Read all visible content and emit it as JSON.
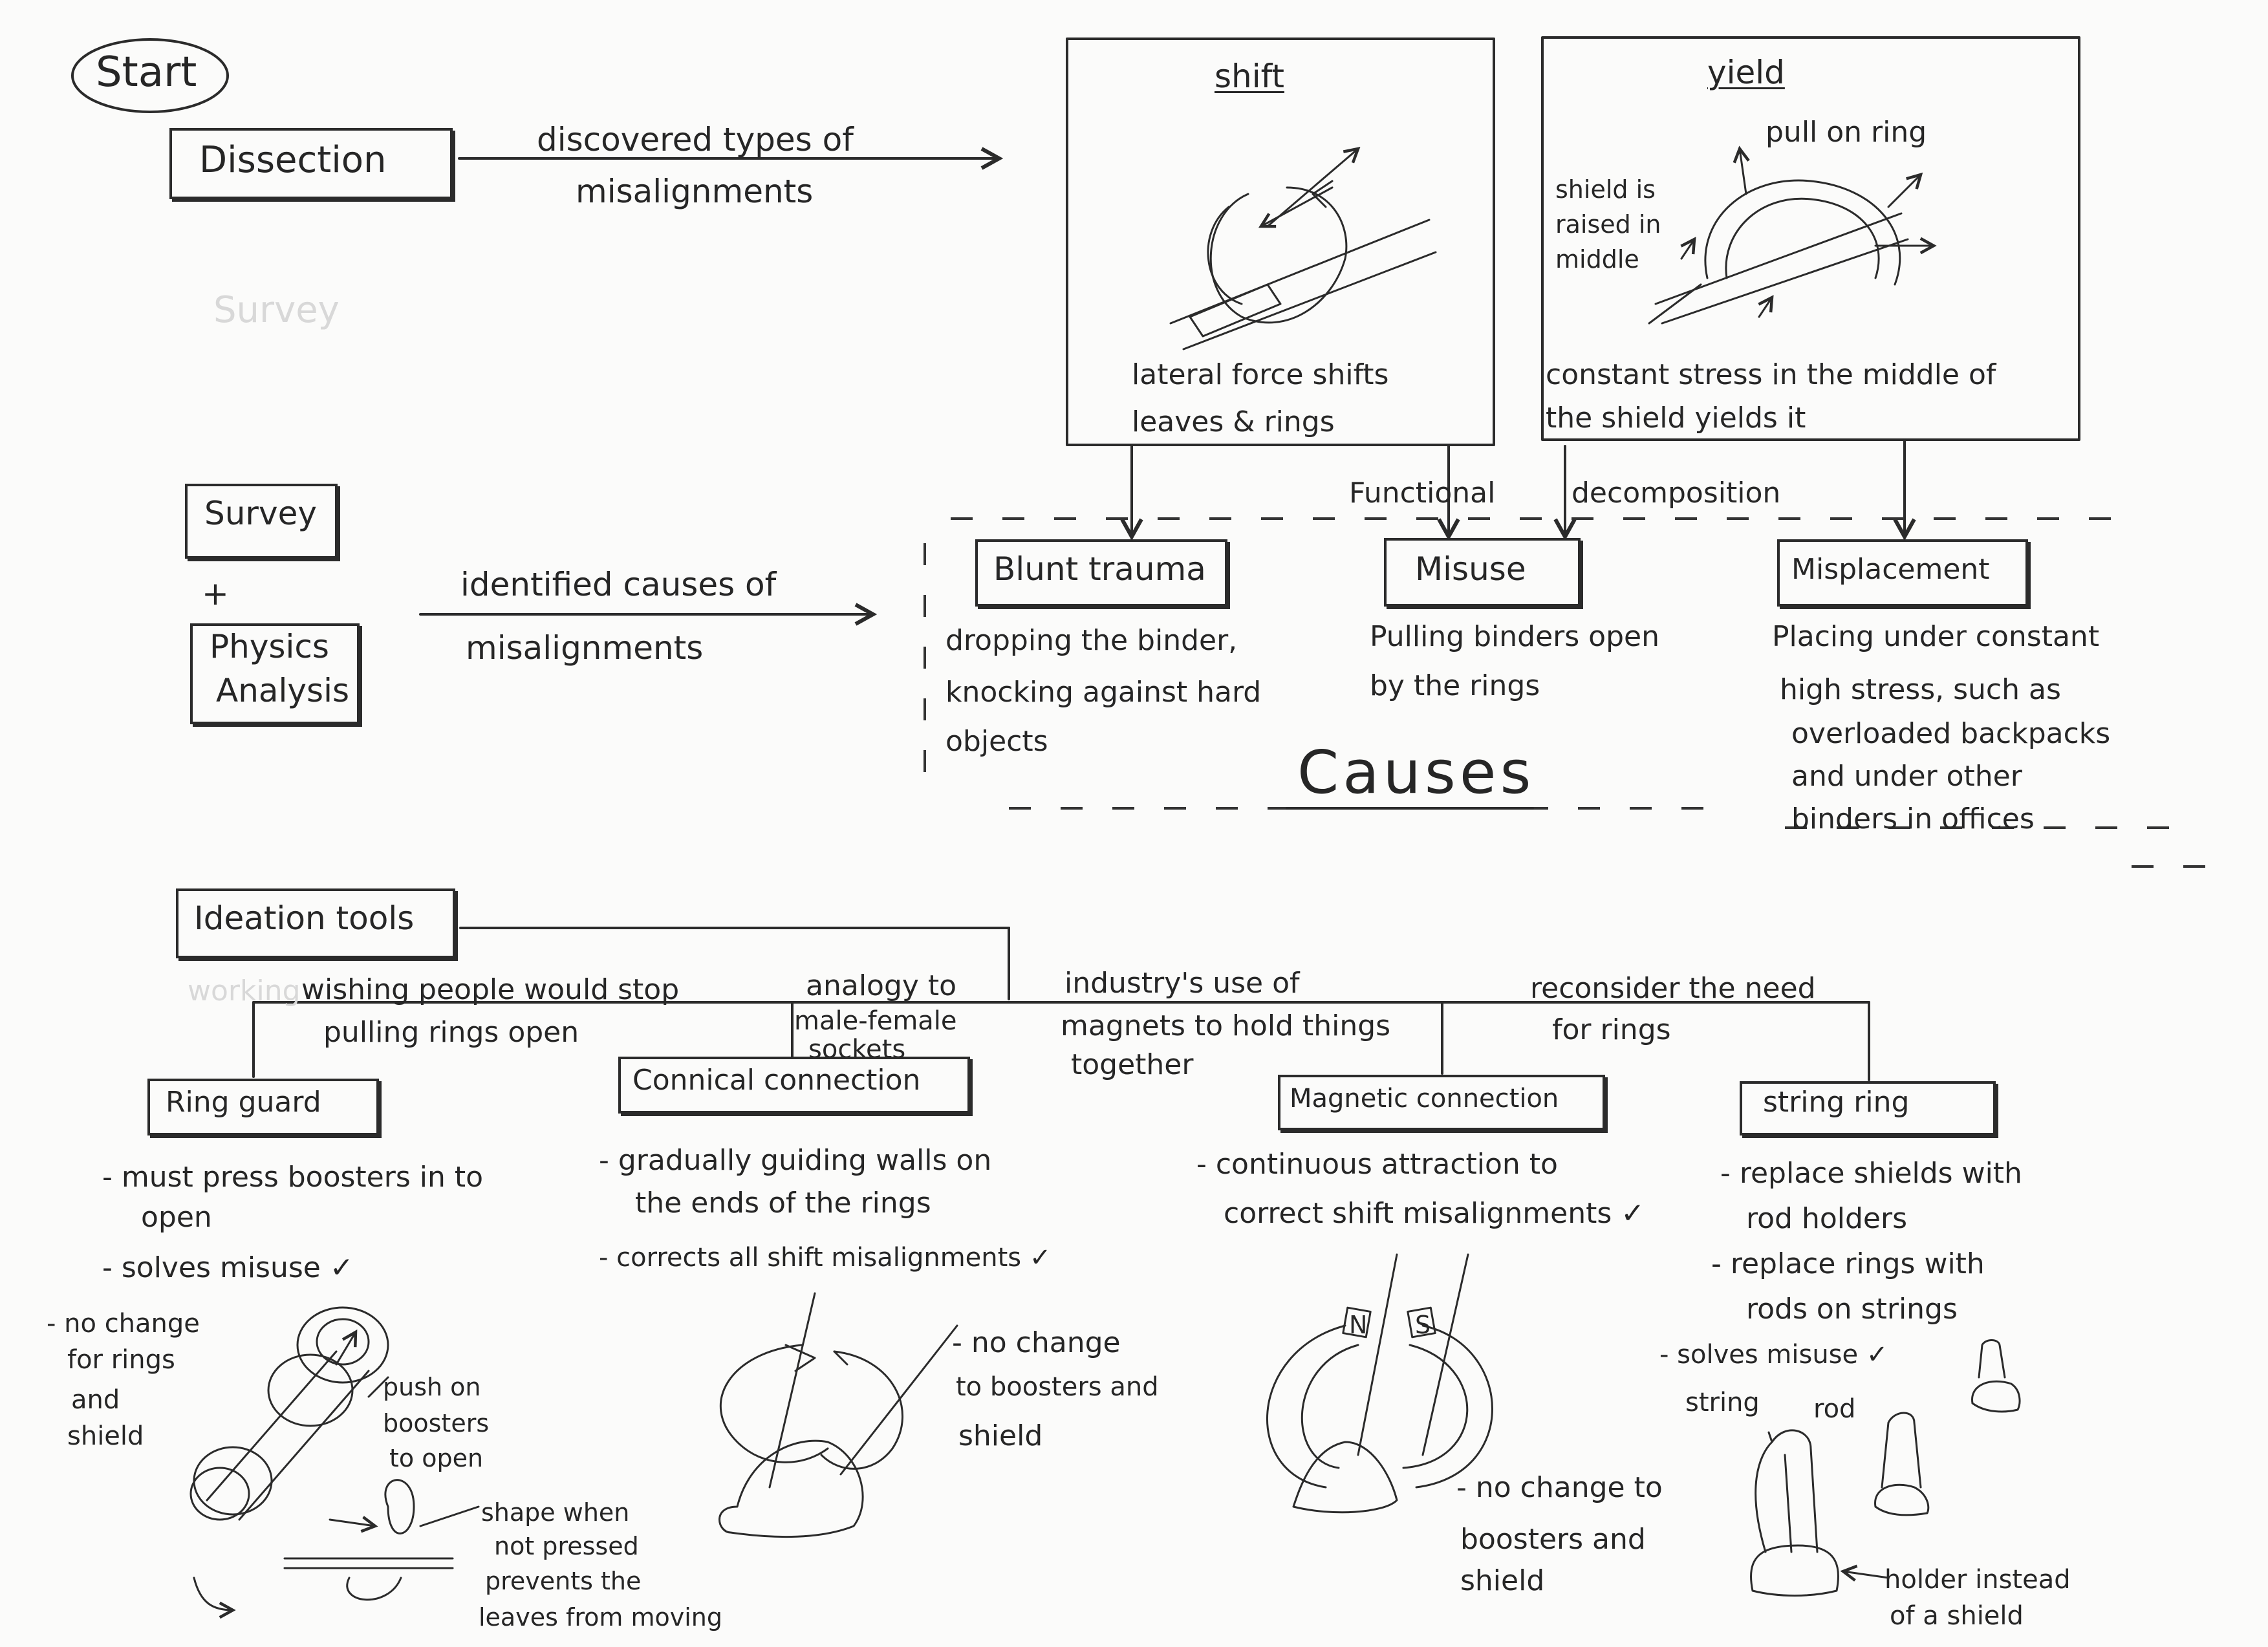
{
  "start": "Start",
  "dissection": {
    "label": "Dissection",
    "arrow_text": [
      "discovered types of",
      "misalignments"
    ]
  },
  "faint_text": {
    "survey": "Survey",
    "working": "working"
  },
  "shift": {
    "title": "shift",
    "caption": [
      "lateral force shifts",
      "leaves & rings"
    ]
  },
  "yield": {
    "title": "yield",
    "pull": "pull on ring",
    "raised": [
      "shield is",
      "raised in",
      "middle"
    ],
    "caption": [
      "constant stress in the middle of",
      "the shield yields it"
    ]
  },
  "decomposition": {
    "functional": "Functional",
    "decomposition": "decomposition"
  },
  "survey": {
    "label": "Survey",
    "plus": "+",
    "physics": [
      "Physics",
      "Analysis"
    ],
    "arrow_text": [
      "identified causes of",
      "misalignments"
    ]
  },
  "causes": {
    "title": "Causes",
    "blunt": {
      "label": "Blunt trauma",
      "desc": [
        "dropping the binder,",
        "knocking against hard",
        "objects"
      ]
    },
    "misuse": {
      "label": "Misuse",
      "desc": [
        "Pulling binders open",
        "by the rings"
      ]
    },
    "misplacement": {
      "label": "Misplacement",
      "desc": [
        "Placing under constant",
        "high stress, such as",
        "overloaded backpacks",
        "and under other",
        "binders in offices"
      ]
    }
  },
  "ideation": {
    "label": "Ideation tools",
    "branches": {
      "wishing": [
        "wishing people would stop",
        "pulling rings open"
      ],
      "analogy": [
        "analogy to",
        "male-female",
        "sockets"
      ],
      "industry": [
        "industry's use of",
        "magnets to hold things",
        "together"
      ],
      "reconsider": [
        "reconsider the need",
        "for rings"
      ]
    }
  },
  "concepts": {
    "ring_guard": {
      "label": "Ring guard",
      "bullets": [
        "- must press boosters in to",
        "open",
        "- solves misuse ✓"
      ],
      "side_notes": [
        "- no change",
        "for rings",
        "and",
        "shield"
      ],
      "push": [
        "push on",
        "boosters",
        "to open"
      ],
      "shape": [
        "shape when",
        "not pressed",
        "prevents the",
        "leaves from moving"
      ]
    },
    "conical": {
      "label": "Connical connection",
      "bullets": [
        "- gradually guiding walls on",
        "the ends of the rings",
        "- corrects all shift misalignments ✓"
      ],
      "side_notes": [
        "- no change",
        "to boosters and",
        "shield"
      ]
    },
    "magnetic": {
      "label": "Magnetic connection",
      "bullets": [
        "- continuous attraction to",
        "correct shift misalignments ✓"
      ],
      "side_notes": [
        "- no change to",
        "boosters and",
        "shield"
      ],
      "poles": [
        "N",
        "S"
      ]
    },
    "string_ring": {
      "label": "string ring",
      "bullets": [
        "- replace shields with",
        "rod holders",
        "- replace rings with",
        "rods on strings",
        "- solves misuse ✓"
      ],
      "string_label": "string",
      "rod_label": "rod",
      "holder": [
        "holder instead",
        "of a shield"
      ]
    }
  }
}
